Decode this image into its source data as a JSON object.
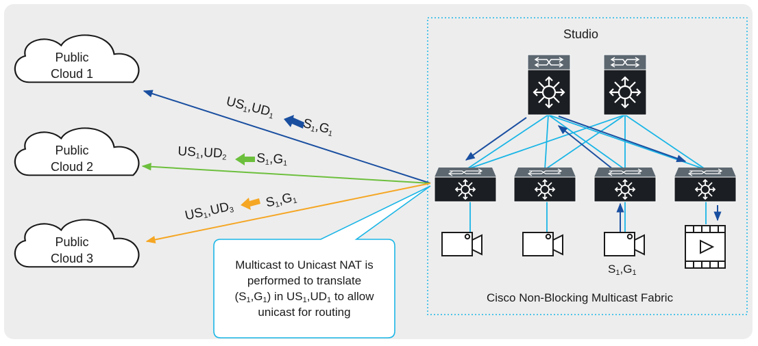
{
  "clouds": [
    {
      "line1": "Public",
      "line2": "Cloud 1"
    },
    {
      "line1": "Public",
      "line2": "Cloud 2"
    },
    {
      "line1": "Public",
      "line2": "Cloud 3"
    }
  ],
  "flows": [
    {
      "us": "US",
      "us_sub": "1",
      "ud": "UD",
      "ud_sub": "1",
      "s": "S",
      "s_sub": "1",
      "g": "G",
      "g_sub": "1"
    },
    {
      "us": "US",
      "us_sub": "1",
      "ud": "UD",
      "ud_sub": "2",
      "s": "S",
      "s_sub": "1",
      "g": "G",
      "g_sub": "1"
    },
    {
      "us": "US",
      "us_sub": "1",
      "ud": "UD",
      "ud_sub": "3",
      "s": "S",
      "s_sub": "1",
      "g": "G",
      "g_sub": "1"
    }
  ],
  "studio_label": "Studio",
  "fabric_label": "Cisco Non-Blocking Multicast Fabric",
  "source_label": {
    "s": "S",
    "s_sub": "1",
    "g": "G",
    "g_sub": "1"
  },
  "callout": {
    "line1": "Multicast to Unicast NAT is",
    "line2": "performed to translate",
    "line3_a": "(S",
    "line3_b": "1",
    "line3_c": ",G",
    "line3_d": "1",
    "line3_e": ") in US",
    "line3_f": "1",
    "line3_g": ",UD",
    "line3_h": "1",
    "line3_i": " to allow",
    "line4": "unicast for routing"
  },
  "colors": {
    "background": "#ededed",
    "dark_blue": "#1a4fa0",
    "light_blue": "#19b5e6",
    "green": "#6cbf3c",
    "orange": "#f5a623",
    "switch_top": "#5c6770",
    "switch_body": "#1b1e22"
  }
}
